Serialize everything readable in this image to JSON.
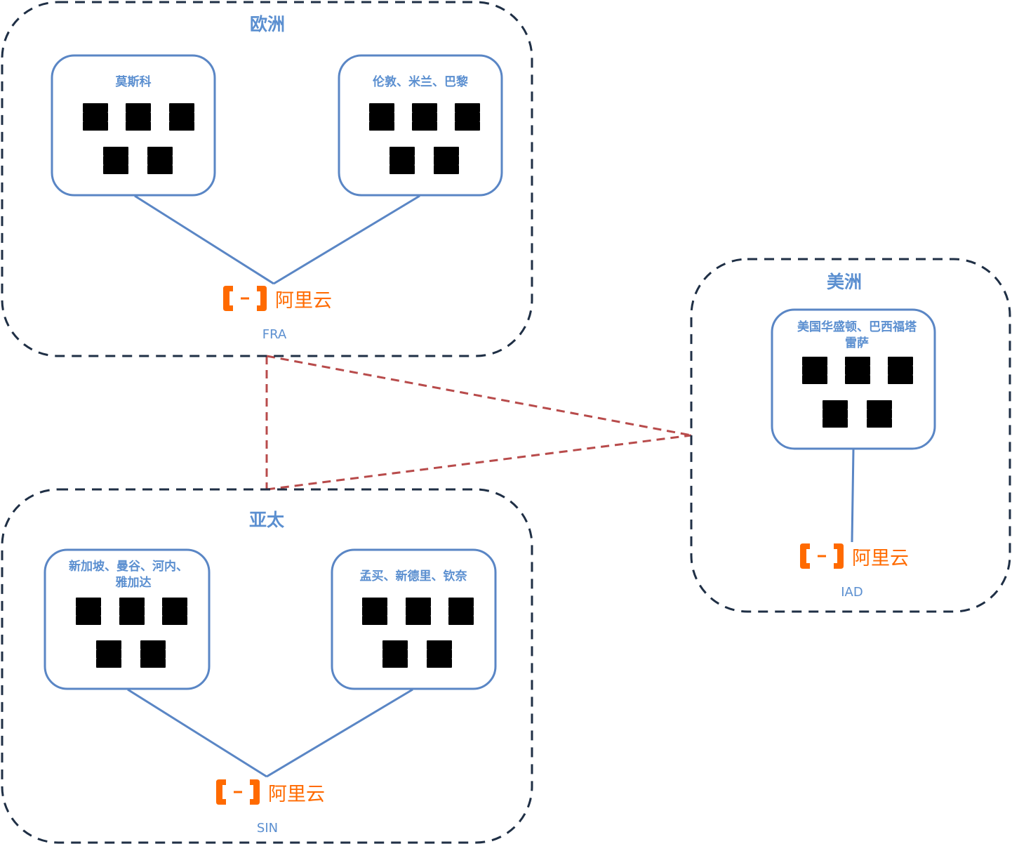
{
  "colors": {
    "region_border": "#1f2f45",
    "datacenter_border": "#5a86c5",
    "label_text": "#5b8fd0",
    "inter_region_link": "#b84b4b",
    "brand_orange": "#ff6a00"
  },
  "regions": {
    "europe": {
      "title": "欧洲",
      "code": "FRA",
      "logo_text": "阿里云",
      "datacenters": [
        {
          "label": "莫斯科",
          "label_line2": "",
          "server_count": 5
        },
        {
          "label": "伦敦、米兰、巴黎",
          "label_line2": "",
          "server_count": 5
        }
      ]
    },
    "americas": {
      "title": "美洲",
      "code": "IAD",
      "logo_text": "阿里云",
      "datacenters": [
        {
          "label": "美国华盛顿、巴西福塔",
          "label_line2": "雷萨",
          "server_count": 5
        }
      ]
    },
    "asia_pacific": {
      "title": "亚太",
      "code": "SIN",
      "logo_text": "阿里云",
      "datacenters": [
        {
          "label": "新加坡、曼谷、河内、",
          "label_line2": "雅加达",
          "server_count": 5
        },
        {
          "label": "孟买、新德里、钦奈",
          "label_line2": "",
          "server_count": 5
        }
      ]
    }
  },
  "icons": {
    "server": "server-icon",
    "logo": "aliyun-logo-icon"
  }
}
